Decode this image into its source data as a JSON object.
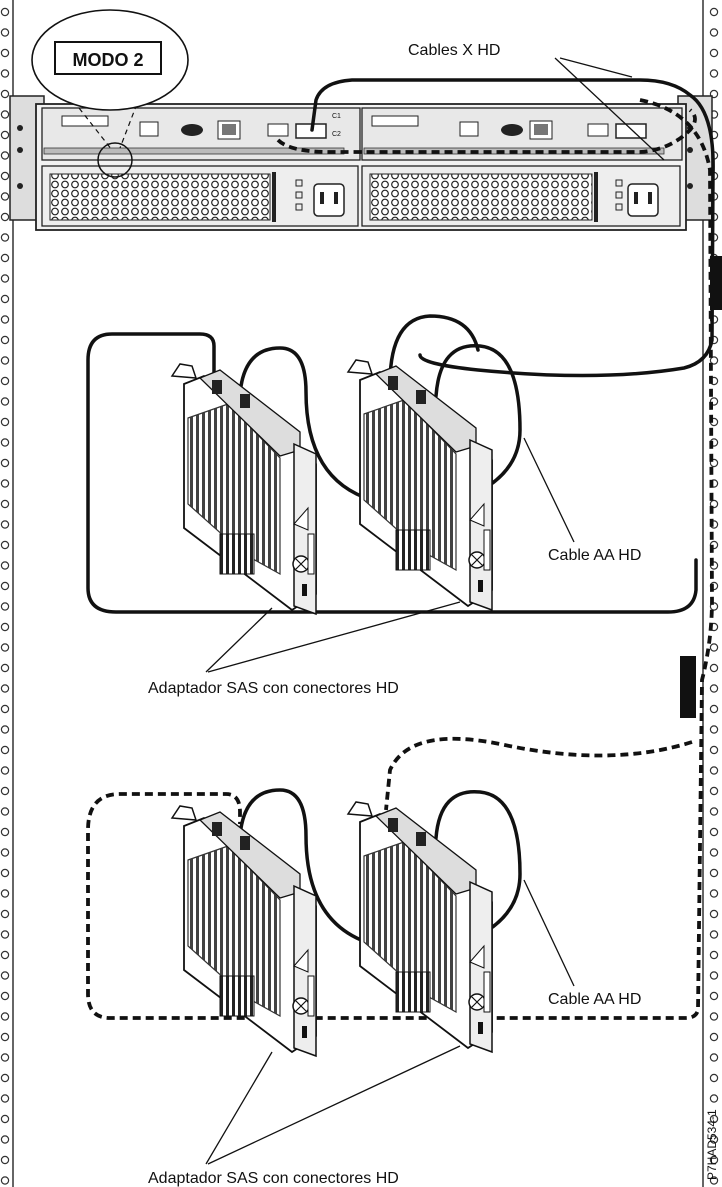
{
  "diagram": {
    "mode_label": "MODO 2",
    "x_cables_label": "Cables X HD",
    "aa_cable_label_top": "Cable AA HD",
    "aa_cable_label_bottom": "Cable AA HD",
    "adapter_label_top": "Adaptador SAS con conectores  HD",
    "adapter_label_bottom": "Adaptador SAS con conectores  HD",
    "figure_id": "P7HAD534-1",
    "controller_port_labels": [
      "C1",
      "C2"
    ]
  }
}
